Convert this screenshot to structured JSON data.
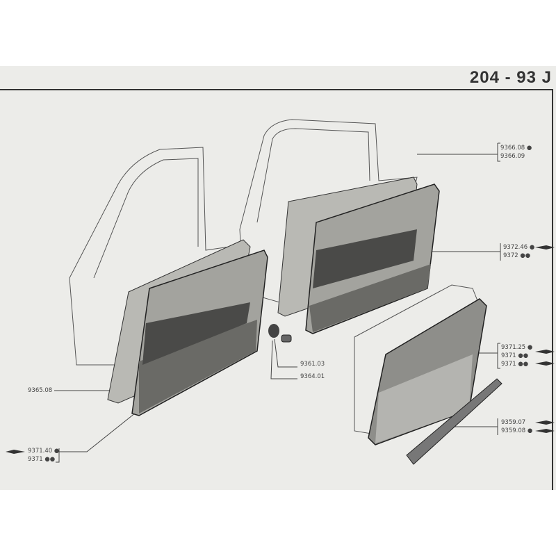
{
  "header": {
    "page_number": "204 - 93 J"
  },
  "callouts": {
    "trim_upper_rear": [
      "9366.08 ●",
      "9366.09"
    ],
    "trim_panel_rear": [
      "9372.46 ●",
      "9372 ●●"
    ],
    "trim_panel_front_alt": [
      "9371.25 ●",
      "9371 ●●",
      "9371 ●●"
    ],
    "armrest": [
      "9359.07",
      "9359.08 ●"
    ],
    "clip": "9361.03",
    "handle_escutcheon": "9364.01",
    "front_panel_backing": "9365.08",
    "trim_panel_front": [
      "9371.40 ●",
      "9371 ●●"
    ]
  },
  "colors": {
    "paper": "#ecece9",
    "ink": "#333333",
    "panel_dark": "#555555",
    "panel_mid": "#9a9a96"
  }
}
